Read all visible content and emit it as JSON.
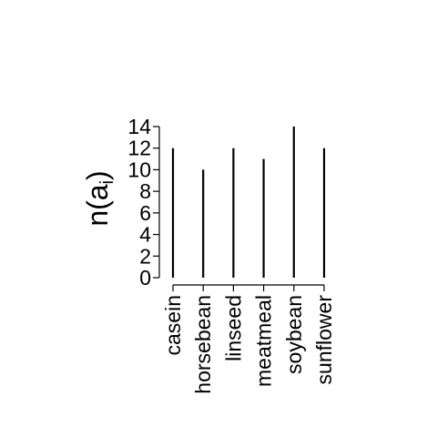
{
  "chart_data": {
    "type": "bar",
    "categories": [
      "casein",
      "horsebean",
      "linseed",
      "meatmeal",
      "soybean",
      "sunflower"
    ],
    "values": [
      12,
      10,
      12,
      11,
      14,
      12
    ],
    "ylabel": {
      "base": "n(a",
      "subscript": "i",
      "close": ")"
    },
    "ylim": [
      0,
      14
    ],
    "yticks": [
      0,
      2,
      4,
      6,
      8,
      10,
      12,
      14
    ],
    "grid": false,
    "color": "#000000"
  }
}
